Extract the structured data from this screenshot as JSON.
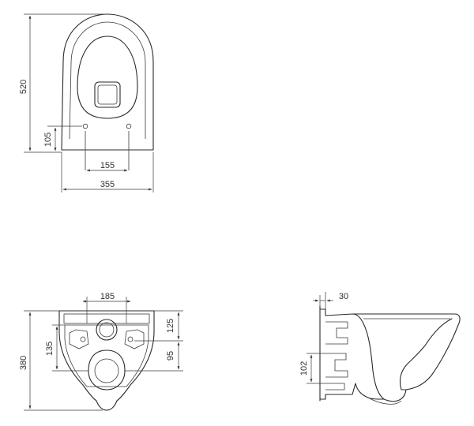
{
  "top_view": {
    "height_label": "520",
    "holes_offset_label": "105",
    "hole_spacing_label": "155",
    "width_label": "355"
  },
  "bottom_view": {
    "mount_spacing_label": "185",
    "height_label": "380",
    "left_offset_label": "135",
    "right_offset_upper_label": "125",
    "right_offset_lower_label": "95"
  },
  "side_view": {
    "wall_offset_label": "30",
    "outlet_height_label": "102"
  }
}
